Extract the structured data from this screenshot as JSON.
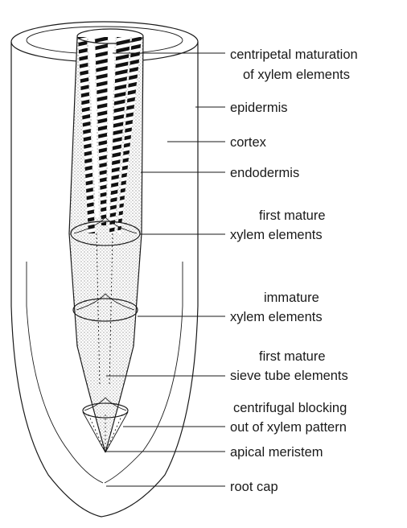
{
  "labels": {
    "centripetal_line1": "centripetal maturation",
    "centripetal_line2": "of xylem elements",
    "epidermis": "epidermis",
    "cortex": "cortex",
    "endodermis": "endodermis",
    "first_mature_xylem_line1": "first mature",
    "first_mature_xylem_line2": "xylem elements",
    "immature_xylem_line1": "immature",
    "immature_xylem_line2": "xylem elements",
    "sieve_tube_line1": "first mature",
    "sieve_tube_line2": "sieve tube elements",
    "centrifugal_line1": "centrifugal blocking",
    "centrifugal_line2": "out of xylem pattern",
    "apical_meristem": "apical meristem",
    "root_cap": "root cap"
  }
}
